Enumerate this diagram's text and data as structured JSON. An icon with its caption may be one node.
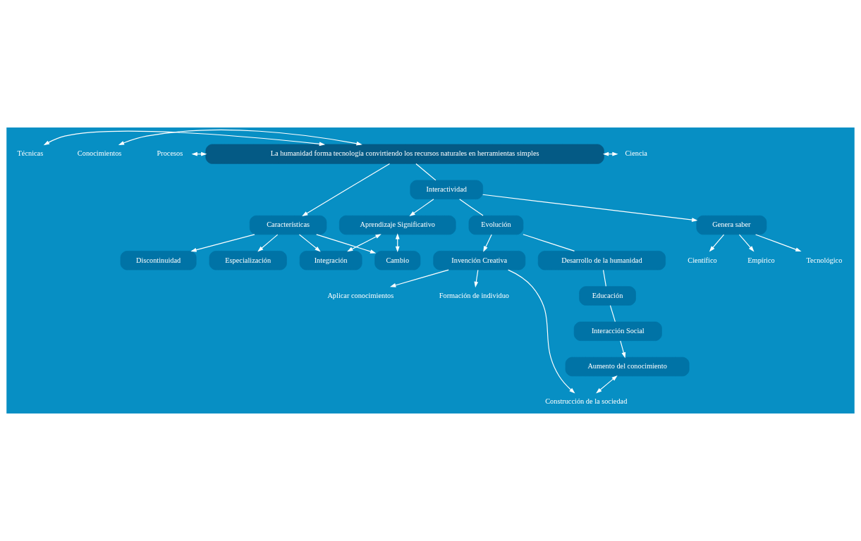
{
  "diagram": {
    "nodes": [
      {
        "text": [
          "La humanidad forma tecnología convirtiendo los recursos naturales en herramientas simples"
        ]
      },
      {
        "text": [
          "Técnicas"
        ]
      },
      {
        "text": [
          "Conocimientos"
        ]
      },
      {
        "text": [
          "Procesos"
        ]
      },
      {
        "text": [
          "Ciencia"
        ]
      },
      {
        "text": [
          "Características"
        ]
      },
      {
        "text": [
          "Especialización"
        ]
      },
      {
        "text": [
          "Discontinuidad"
        ]
      },
      {
        "text": [
          "Integración"
        ]
      },
      {
        "text": [
          "Cambio"
        ]
      },
      {
        "text": [
          "Aprendizaje Significativo"
        ]
      },
      {
        "text": [
          "Interactividad"
        ]
      },
      {
        "text": [
          "Evolución"
        ]
      },
      {
        "text": [
          "Desarrollo de la humanidad"
        ]
      },
      {
        "text": [
          "Educación"
        ]
      },
      {
        "text": [
          "Interacción Social"
        ]
      },
      {
        "text": [
          "Aumento del conocimiento"
        ]
      },
      {
        "text": [
          "Genera saber"
        ]
      },
      {
        "text": [
          "Científico"
        ]
      },
      {
        "text": [
          "Empírico"
        ]
      },
      {
        "text": [
          "Tecnológico"
        ]
      },
      {
        "text": [
          "Invención Creativa"
        ]
      },
      {
        "text": [
          "Aplicar conocimientos"
        ]
      },
      {
        "text": [
          "Formación de individuo"
        ]
      },
      {
        "text": [
          "Construcción de la sociedad"
        ]
      }
    ],
    "edges": [
      {
        "from": 1,
        "to": 0,
        "arrow": "both"
      },
      {
        "from": 2,
        "to": 0,
        "arrow": "both"
      },
      {
        "from": 3,
        "to": 0,
        "arrow": "both"
      },
      {
        "from": 0,
        "to": 4,
        "arrow": "both"
      },
      {
        "from": 0,
        "to": 5,
        "arrow": "to"
      },
      {
        "from": 5,
        "to": 6,
        "arrow": "to"
      },
      {
        "from": 5,
        "to": 7,
        "arrow": "to"
      },
      {
        "from": 5,
        "to": 8,
        "arrow": "to"
      },
      {
        "from": 5,
        "to": 9,
        "arrow": "to"
      },
      {
        "from": 10,
        "to": 8,
        "arrow": "both"
      },
      {
        "from": 10,
        "to": 9,
        "arrow": "both"
      },
      {
        "from": 0,
        "to": 11,
        "arrow": "none"
      },
      {
        "from": 11,
        "to": 12,
        "arrow": "none"
      },
      {
        "from": 12,
        "to": 13,
        "arrow": "none"
      },
      {
        "from": 13,
        "to": 14,
        "arrow": "none"
      },
      {
        "from": 14,
        "to": 15,
        "arrow": "none"
      },
      {
        "from": 15,
        "to": 16,
        "arrow": "to"
      },
      {
        "from": 11,
        "to": 10,
        "arrow": "to"
      },
      {
        "from": 11,
        "to": 17,
        "arrow": "to"
      },
      {
        "from": 17,
        "to": 18,
        "arrow": "to"
      },
      {
        "from": 17,
        "to": 19,
        "arrow": "to"
      },
      {
        "from": 17,
        "to": 20,
        "arrow": "to"
      },
      {
        "from": 12,
        "to": 21,
        "arrow": "to"
      },
      {
        "from": 21,
        "to": 22,
        "arrow": "to"
      },
      {
        "from": 21,
        "to": 23,
        "arrow": "to"
      },
      {
        "from": 21,
        "to": 24,
        "arrow": "to"
      },
      {
        "from": 16,
        "to": 24,
        "arrow": "both"
      }
    ]
  }
}
